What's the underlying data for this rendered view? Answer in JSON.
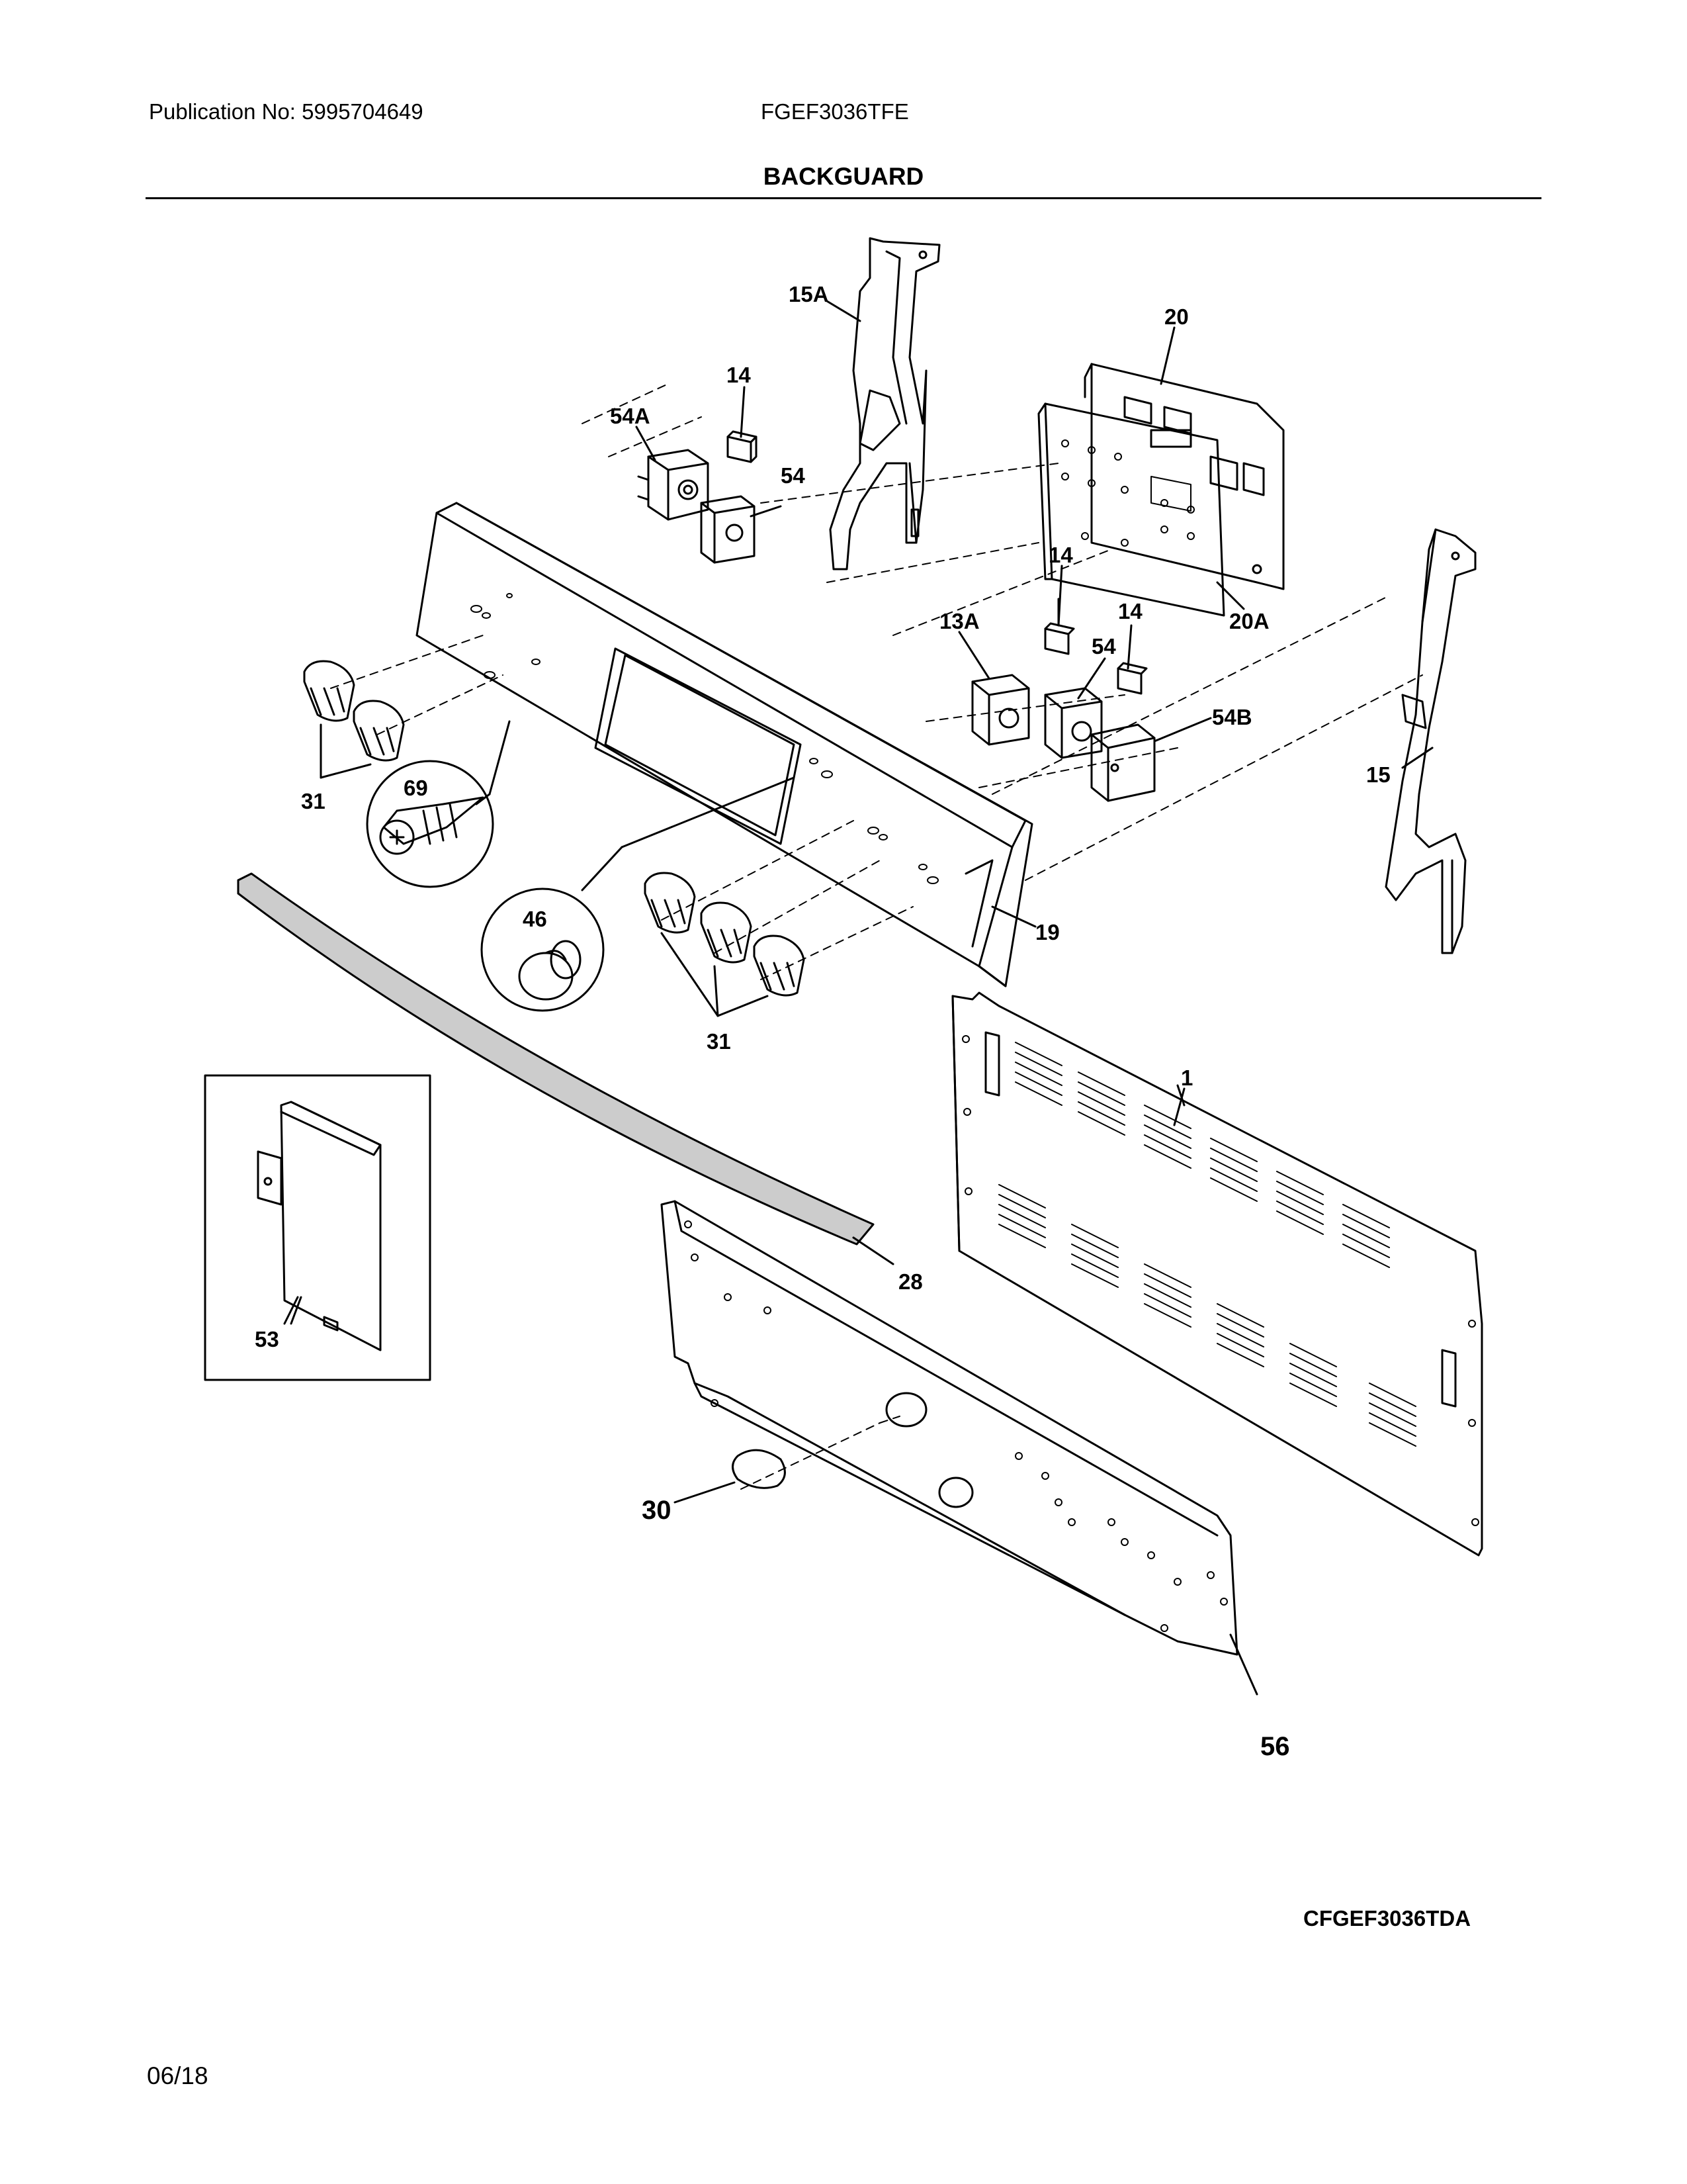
{
  "header": {
    "publication": "Publication No: 5995704649",
    "model": "FGEF3036TFE",
    "section_title": "BACKGUARD"
  },
  "footer": {
    "diagram_code": "CFGEF3036TDA",
    "date": "06/18"
  },
  "callouts": {
    "c15A": "15A",
    "c14a": "14",
    "c54A": "54A",
    "c54a": "54",
    "c20": "20",
    "c20A": "20A",
    "c14b": "14",
    "c14c": "14",
    "c13A": "13A",
    "c54b": "54",
    "c54B": "54B",
    "c15": "15",
    "c31a": "31",
    "c69": "69",
    "c46": "46",
    "c19": "19",
    "c31b": "31",
    "c1": "1",
    "c28": "28",
    "c53": "53",
    "c30": "30",
    "c56": "56"
  }
}
